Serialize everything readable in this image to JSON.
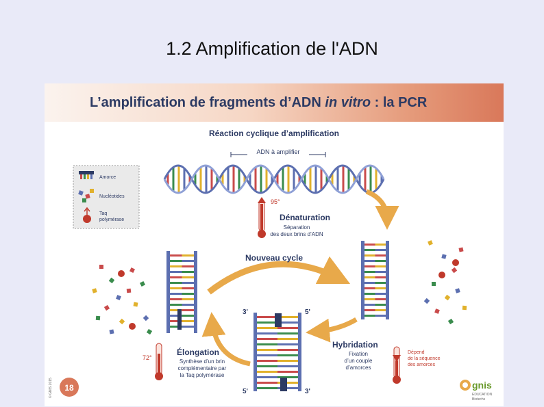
{
  "slide": {
    "title": "1.2 Amplification de l'ADN"
  },
  "banner": {
    "title_prefix": "L’amplification de fragments d’ADN ",
    "title_italic": "in vitro",
    "title_suffix": " : la PCR"
  },
  "diagram": {
    "subtitle": "Réaction cyclique d’amplification",
    "dna_label": "ADN à amplifier",
    "legend": {
      "primer": "Amorce",
      "nucleotides": "Nucléotides",
      "taq_line1": "Taq",
      "taq_line2": "polymérase"
    },
    "denaturation": {
      "temp": "95°",
      "title": "Dénaturation",
      "desc_line1": "Séparation",
      "desc_line2": "des deux brins d’ADN"
    },
    "new_cycle": "Nouveau cycle",
    "hybridation": {
      "title": "Hybridation",
      "desc_line1": "Fixation",
      "desc_line2": "d’un couple",
      "desc_line3": "d’amorces"
    },
    "depends": {
      "line1": "Dépend",
      "line2": "de la séquence",
      "line3": "des amorces"
    },
    "elongation": {
      "temp": "72°",
      "title": "Élongation",
      "desc_line1": "Synthèse d’un brin",
      "desc_line2": "complémentaire par",
      "desc_line3": "la Taq polymérase"
    },
    "strand_ends": {
      "top_left": "3'",
      "top_right": "5'",
      "bottom_left": "5'",
      "bottom_right": "3'"
    },
    "page_number": "18",
    "copyright": "© GNIS 2015",
    "logo": {
      "name": "gnis",
      "line1": "EDUCATION",
      "line2": "Biotechs"
    },
    "colors": {
      "navy": "#2c3a63",
      "accent": "#d9785a",
      "arrow": "#e8a94a",
      "thermo": "#c0392b",
      "strand": "#5c6fb0"
    }
  }
}
